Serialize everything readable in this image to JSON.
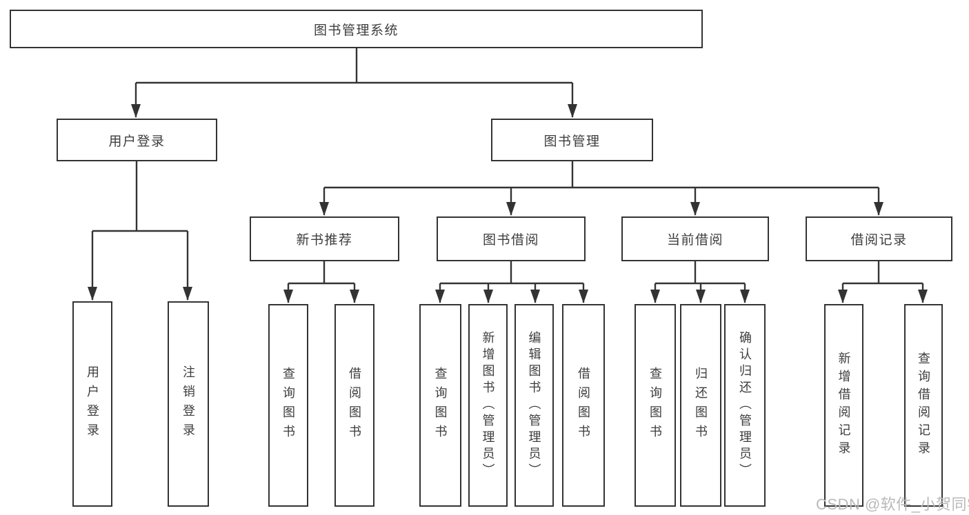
{
  "tree": {
    "root": {
      "label": "图书管理系统"
    },
    "level1": [
      {
        "label": "用户登录"
      },
      {
        "label": "图书管理"
      }
    ],
    "level2": [
      {
        "label": "新书推荐"
      },
      {
        "label": "图书借阅"
      },
      {
        "label": "当前借阅"
      },
      {
        "label": "借阅记录"
      }
    ],
    "leaves": {
      "user_login": [
        {
          "label": "用户登录"
        },
        {
          "label": "注销登录"
        }
      ],
      "new_book": [
        {
          "label": "查询图书"
        },
        {
          "label": "借阅图书"
        }
      ],
      "book_borrow": [
        {
          "label": "查询图书"
        },
        {
          "label": "新增图书（管理员）"
        },
        {
          "label": "编辑图书（管理员）"
        },
        {
          "label": "借阅图书"
        }
      ],
      "current_borrow": [
        {
          "label": "查询图书"
        },
        {
          "label": "归还图书"
        },
        {
          "label": "确认归还（管理员）"
        }
      ],
      "borrow_record": [
        {
          "label": "新增借阅记录"
        },
        {
          "label": "查询借阅记录"
        }
      ]
    }
  },
  "watermark": {
    "text": "CSDN @软件_小贺同学"
  },
  "colors": {
    "line": "#333333",
    "text": "#3d3d3d",
    "watermark": "#b9b9b9"
  }
}
